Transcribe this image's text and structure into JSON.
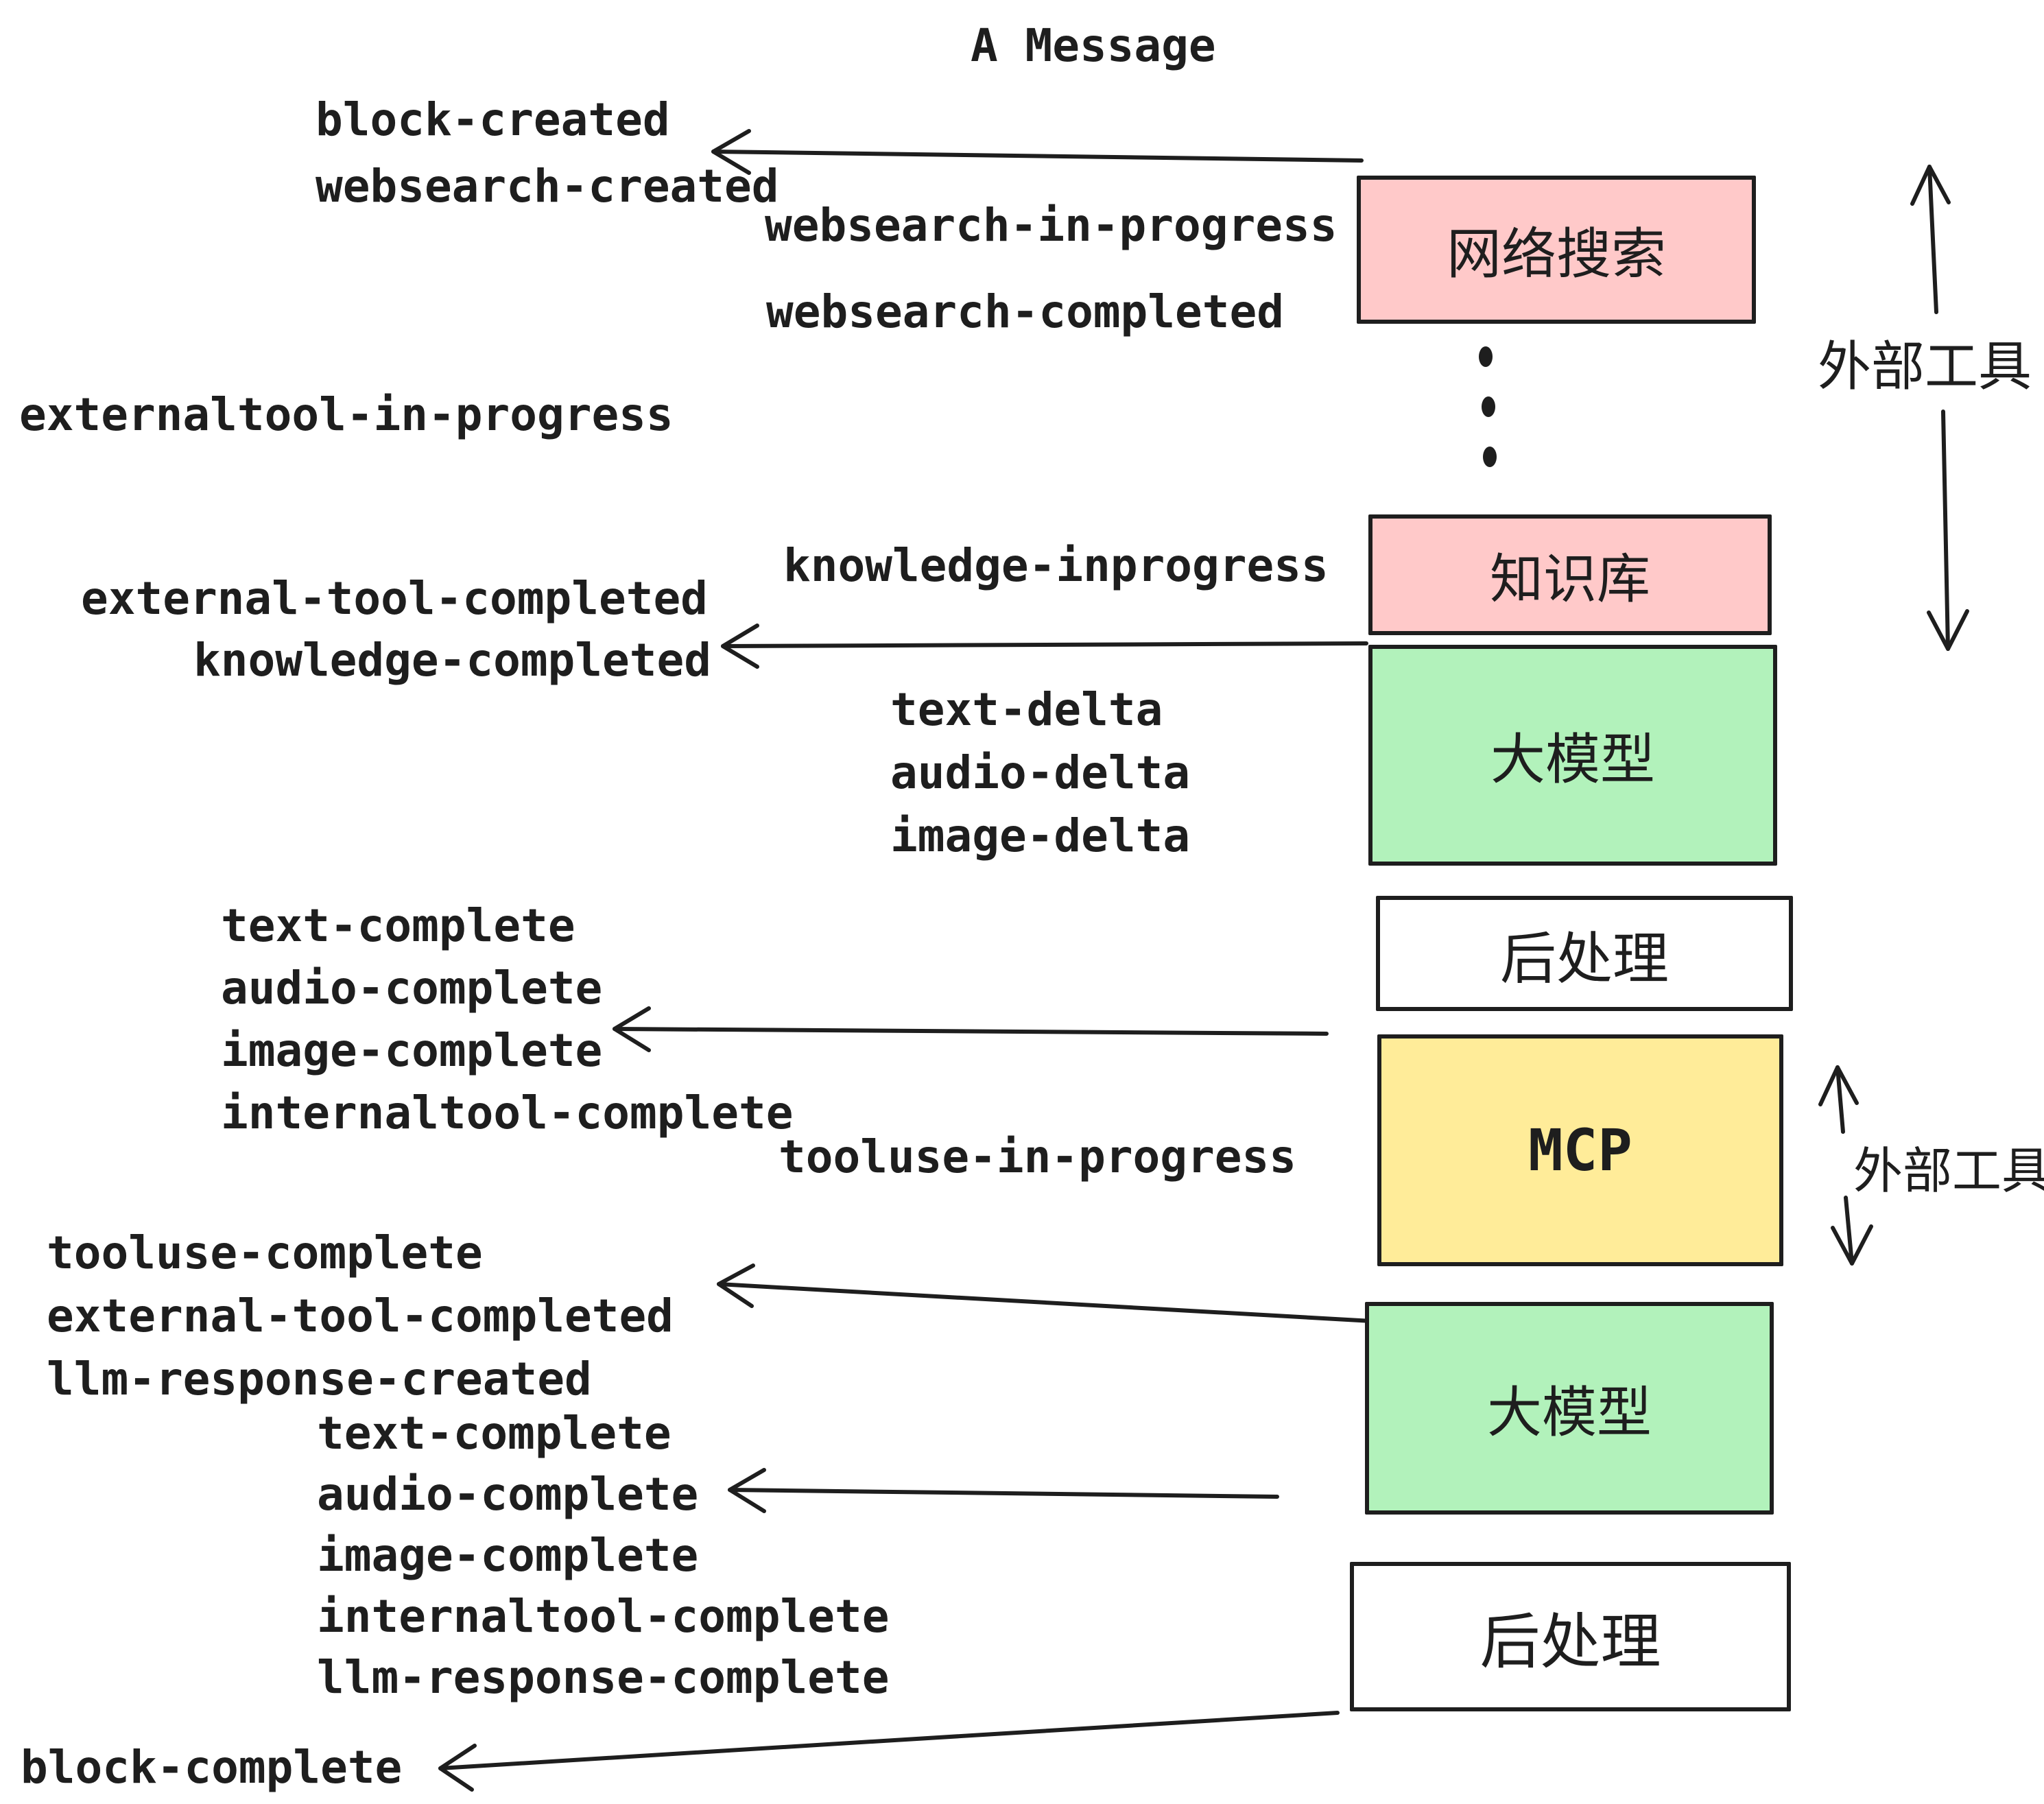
{
  "title": "A Message",
  "colors": {
    "ink": "#1e1e1e",
    "background": "#ffffff",
    "pink": "#ffc9c9",
    "green": "#b2f2bb",
    "yellow": "#ffec99",
    "white": "#ffffff"
  },
  "boxes": [
    {
      "id": "websearch",
      "label": "网络搜索",
      "fill": "#ffc9c9"
    },
    {
      "id": "knowledge",
      "label": "知识库",
      "fill": "#ffc9c9"
    },
    {
      "id": "llm-top",
      "label": "大模型",
      "fill": "#b2f2bb"
    },
    {
      "id": "post-top",
      "label": "后处理",
      "fill": "#ffffff"
    },
    {
      "id": "mcp",
      "label": "MCP",
      "fill": "#ffec99"
    },
    {
      "id": "llm-bottom",
      "label": "大模型",
      "fill": "#b2f2bb"
    },
    {
      "id": "post-bottom",
      "label": "后处理",
      "fill": "#ffffff"
    }
  ],
  "side_labels": [
    {
      "id": "external-tools-top",
      "text": "外部工具"
    },
    {
      "id": "external-tools-mid",
      "text": "外部工具"
    }
  ],
  "events": [
    "block-created",
    "websearch-created",
    "websearch-in-progress",
    "websearch-completed",
    "externaltool-in-progress",
    "knowledge-inprogress",
    "external-tool-completed",
    "knowledge-completed",
    "text-delta",
    "audio-delta",
    "image-delta",
    "text-complete",
    "audio-complete",
    "image-complete",
    "internaltool-complete",
    "tooluse-in-progress",
    "tooluse-complete",
    "external-tool-completed",
    "llm-response-created",
    "text-complete",
    "audio-complete",
    "image-complete",
    "internaltool-complete",
    "llm-response-complete",
    "block-complete"
  ]
}
